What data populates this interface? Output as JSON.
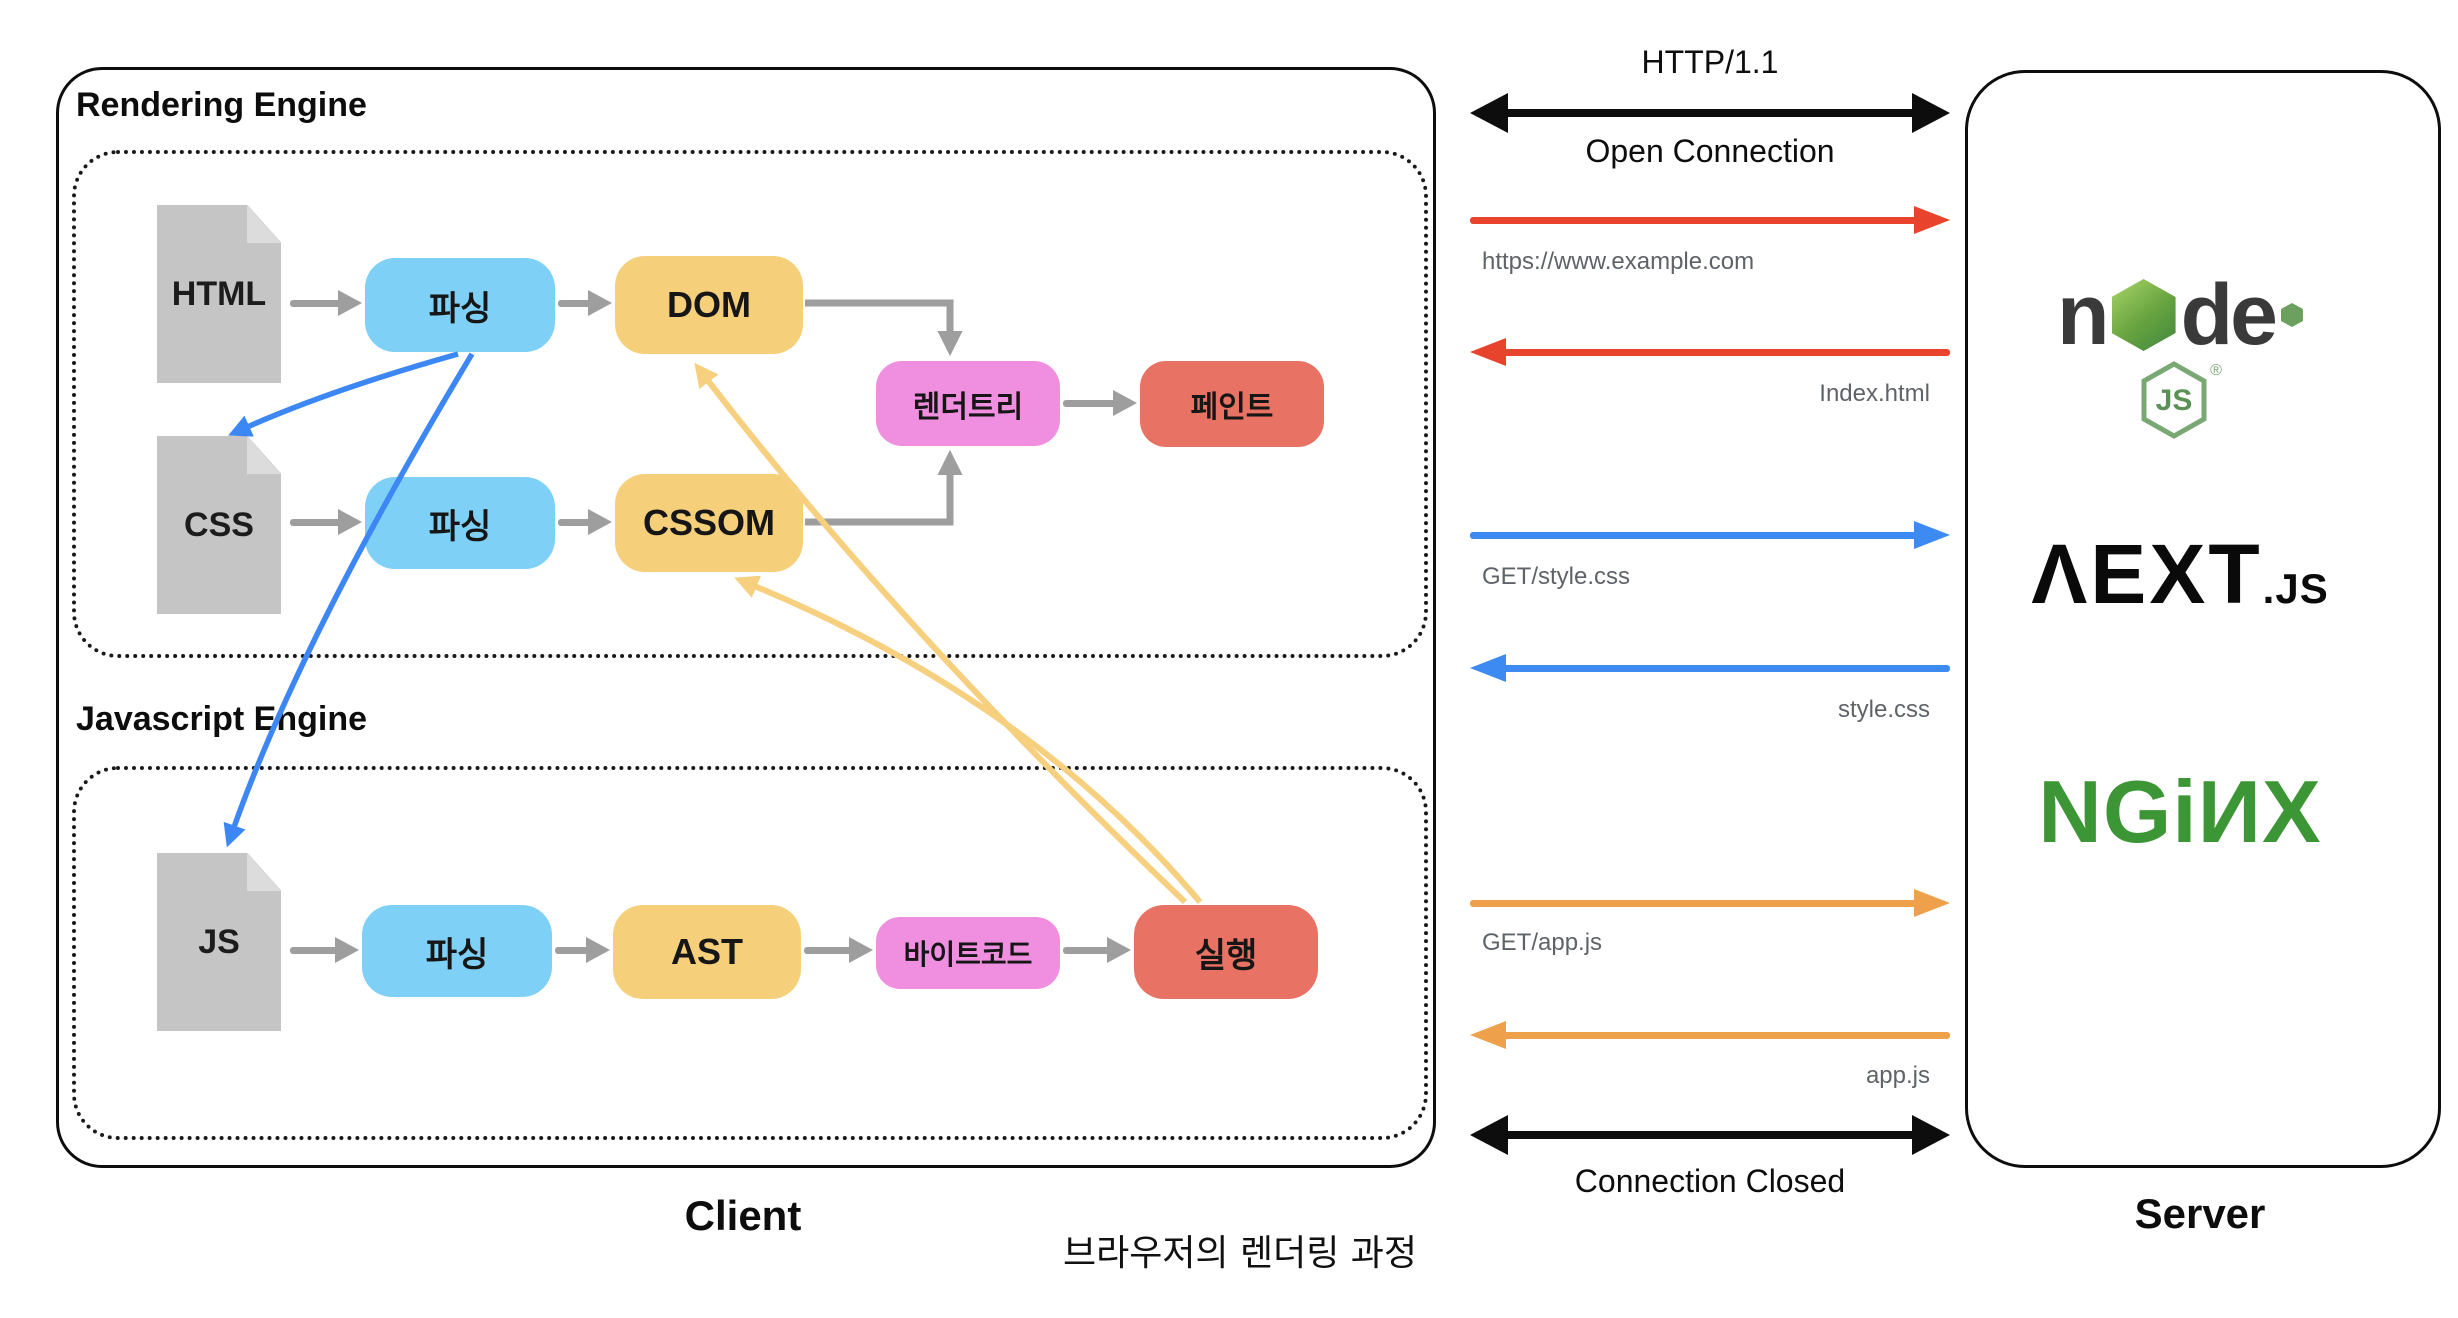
{
  "caption": "브라우저의 렌더링 과정",
  "client": {
    "label": "Client",
    "rendering_engine": {
      "title": "Rendering Engine",
      "html_file": "HTML",
      "css_file": "CSS",
      "parse_html": "파싱",
      "dom": "DOM",
      "parse_css": "파싱",
      "cssom": "CSSOM",
      "render_tree": "렌더트리",
      "paint": "페인트"
    },
    "javascript_engine": {
      "title": "Javascript Engine",
      "js_file": "JS",
      "parse_js": "파싱",
      "ast": "AST",
      "bytecode": "바이트코드",
      "execute": "실행"
    }
  },
  "network": {
    "protocol": "HTTP/1.1",
    "open": "Open Connection",
    "close": "Connection Closed",
    "messages": [
      {
        "label": "https://www.example.com",
        "direction": "right"
      },
      {
        "label": "Index.html",
        "direction": "left"
      },
      {
        "label": "GET/style.css",
        "direction": "right"
      },
      {
        "label": "style.css",
        "direction": "left"
      },
      {
        "label": "GET/app.js",
        "direction": "right"
      },
      {
        "label": "app.js",
        "direction": "left"
      }
    ]
  },
  "server": {
    "label": "Server",
    "node_logo": {
      "n": "n",
      "de": "de",
      "js": "JS",
      "reg": "®"
    },
    "next_logo": {
      "main": "ΛEXT",
      "suffix": ".JS"
    },
    "nginx_logo": {
      "text": "NGiИX"
    }
  },
  "colors": {
    "parse_box": "#7ed0f7",
    "object_box": "#f6cf7b",
    "tree_box": "#f08fe0",
    "action_box": "#e87263",
    "file_gray": "#c5c5c5",
    "arrow_gray": "#9e9e9e",
    "link_blue": "#3d87f5",
    "link_yellow": "#f6cf7f",
    "http_red": "#e8432c",
    "http_blue": "#3d8af2",
    "http_orange": "#efa04b",
    "http_black": "#0d0d0d",
    "label_gray": "#5f6368"
  }
}
